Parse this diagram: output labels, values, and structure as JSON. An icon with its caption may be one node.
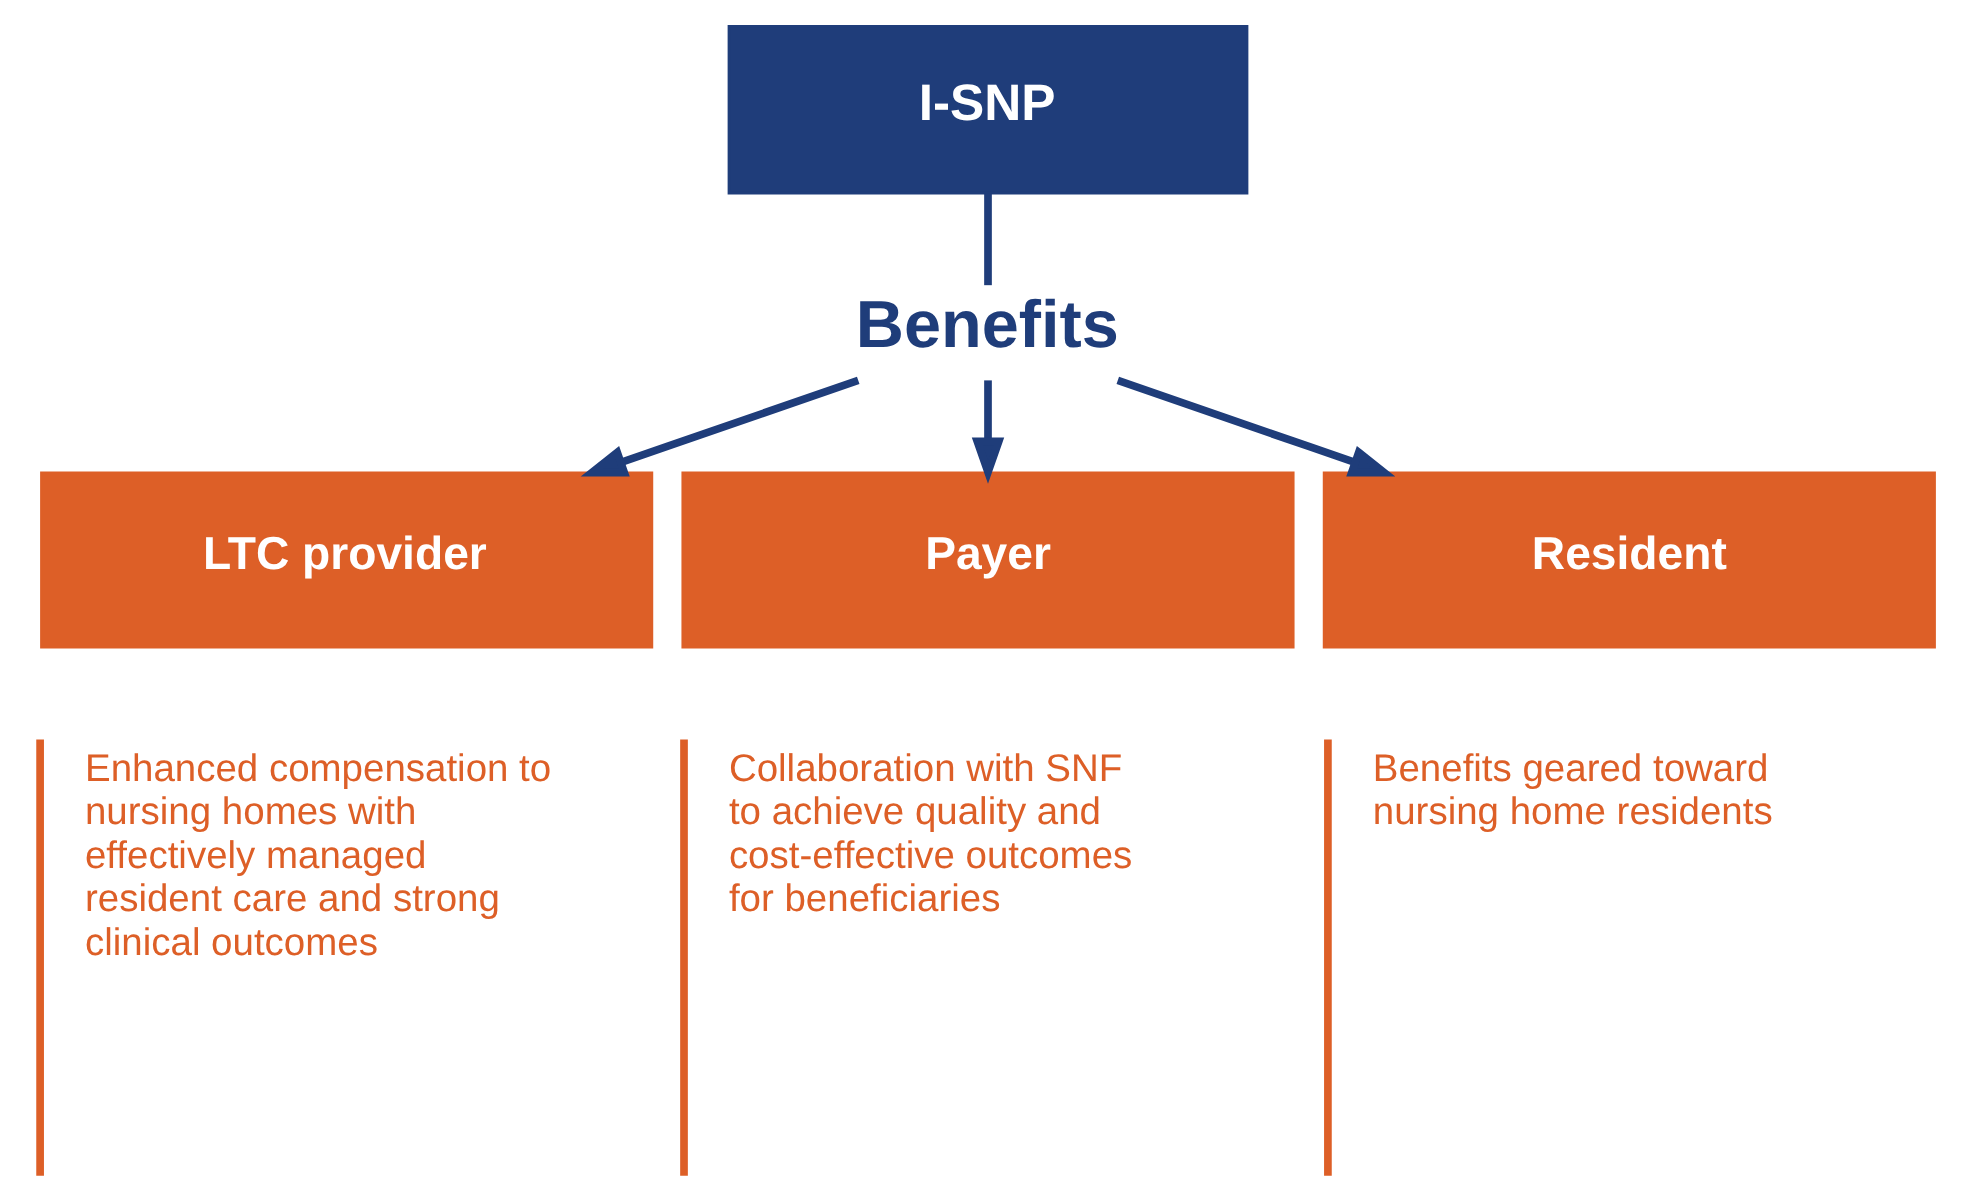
{
  "diagram": {
    "nodes": [
      {
        "text": [
          "I-SNP"
        ]
      },
      {
        "text": [
          "Benefits"
        ]
      },
      {
        "text": [
          "LTC provider"
        ],
        "beside": [
          "Enhanced compensation to nursing homes with effectively managed resident care and strong clinical outcomes"
        ]
      },
      {
        "text": [
          "Payer"
        ],
        "beside": [
          "Collaboration with SNF to achieve quality and cost-effective outcomes for beneficiaries"
        ]
      },
      {
        "text": [
          "Resident"
        ],
        "beside": [
          "Benefits geared toward nursing home residents"
        ]
      }
    ],
    "edges": [
      {
        "from": 0,
        "to": 1,
        "arrow": "none"
      },
      {
        "from": 1,
        "to": 2,
        "arrow": "to"
      },
      {
        "from": 1,
        "to": 3,
        "arrow": "to"
      },
      {
        "from": 1,
        "to": 4,
        "arrow": "to"
      }
    ]
  }
}
